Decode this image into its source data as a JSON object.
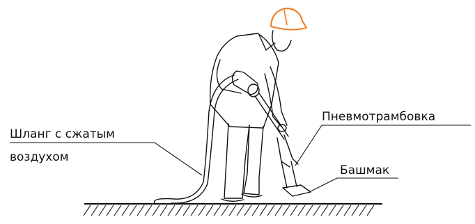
{
  "labels": {
    "hose_line1": "Шланг с сжатым",
    "hose_line2": "воздухом",
    "rammer": "Пневмотрамбовка",
    "shoe": "Башмак"
  },
  "colors": {
    "helmet": "#f0822d",
    "ink": "#111111",
    "background": "#ffffff"
  },
  "icons": {
    "worker": "worker-figure-icon",
    "helmet": "hard-hat-icon",
    "tool": "pneumatic-rammer-icon"
  }
}
